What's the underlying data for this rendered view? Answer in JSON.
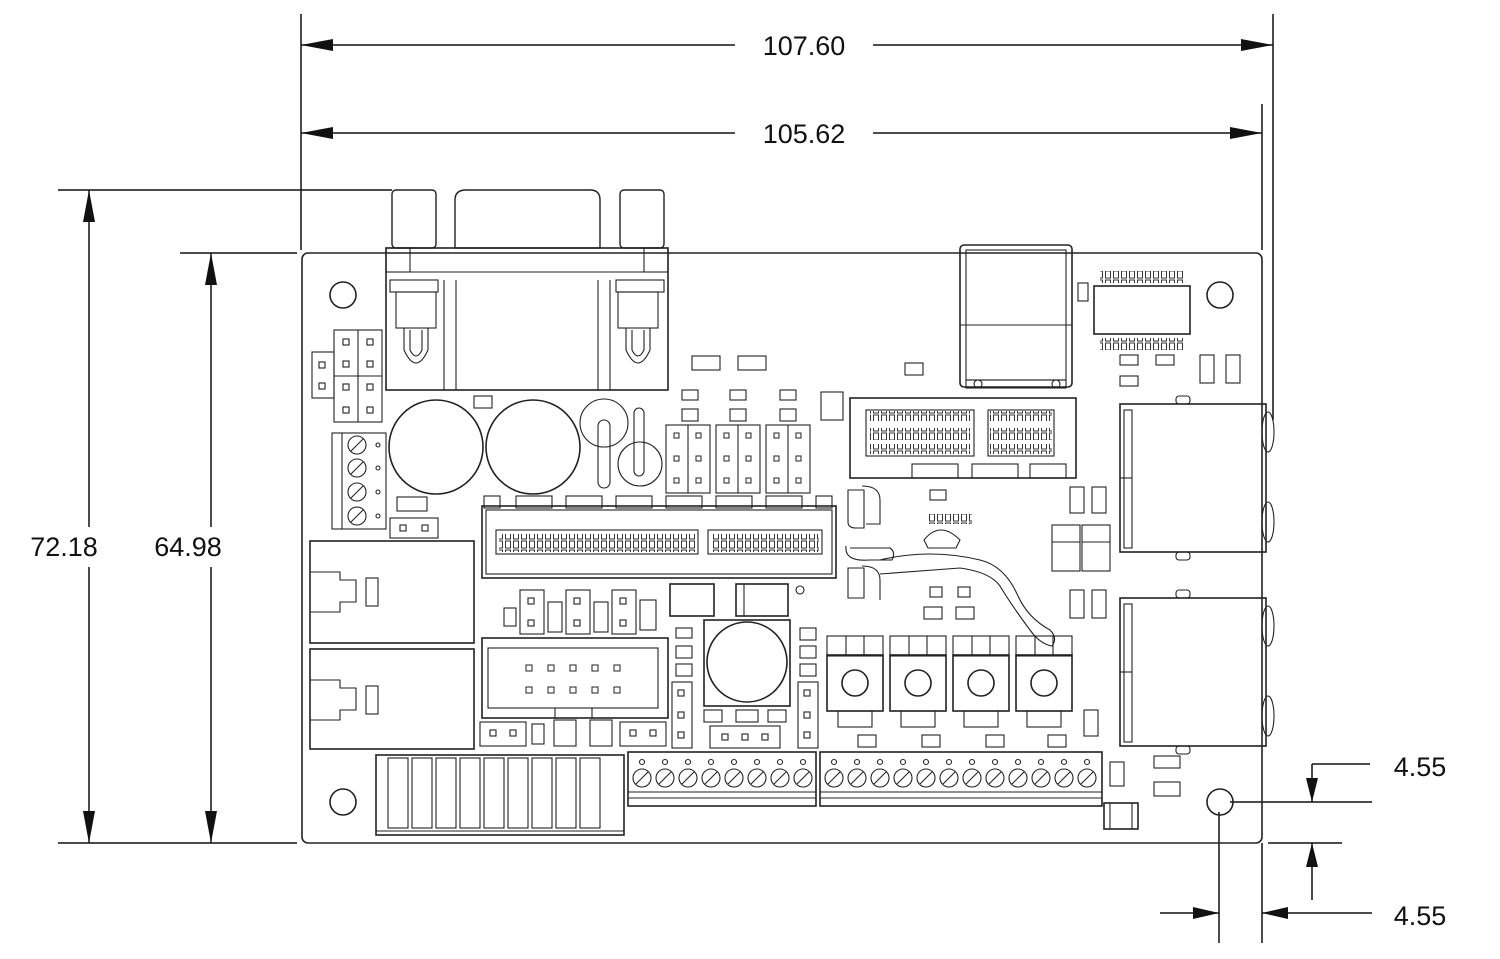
{
  "dimensions": {
    "overall_width": "107.60",
    "board_width": "105.62",
    "overall_height": "72.18",
    "board_height": "64.98",
    "hole_offset_vertical": "4.55",
    "hole_offset_horizontal": "4.55"
  }
}
